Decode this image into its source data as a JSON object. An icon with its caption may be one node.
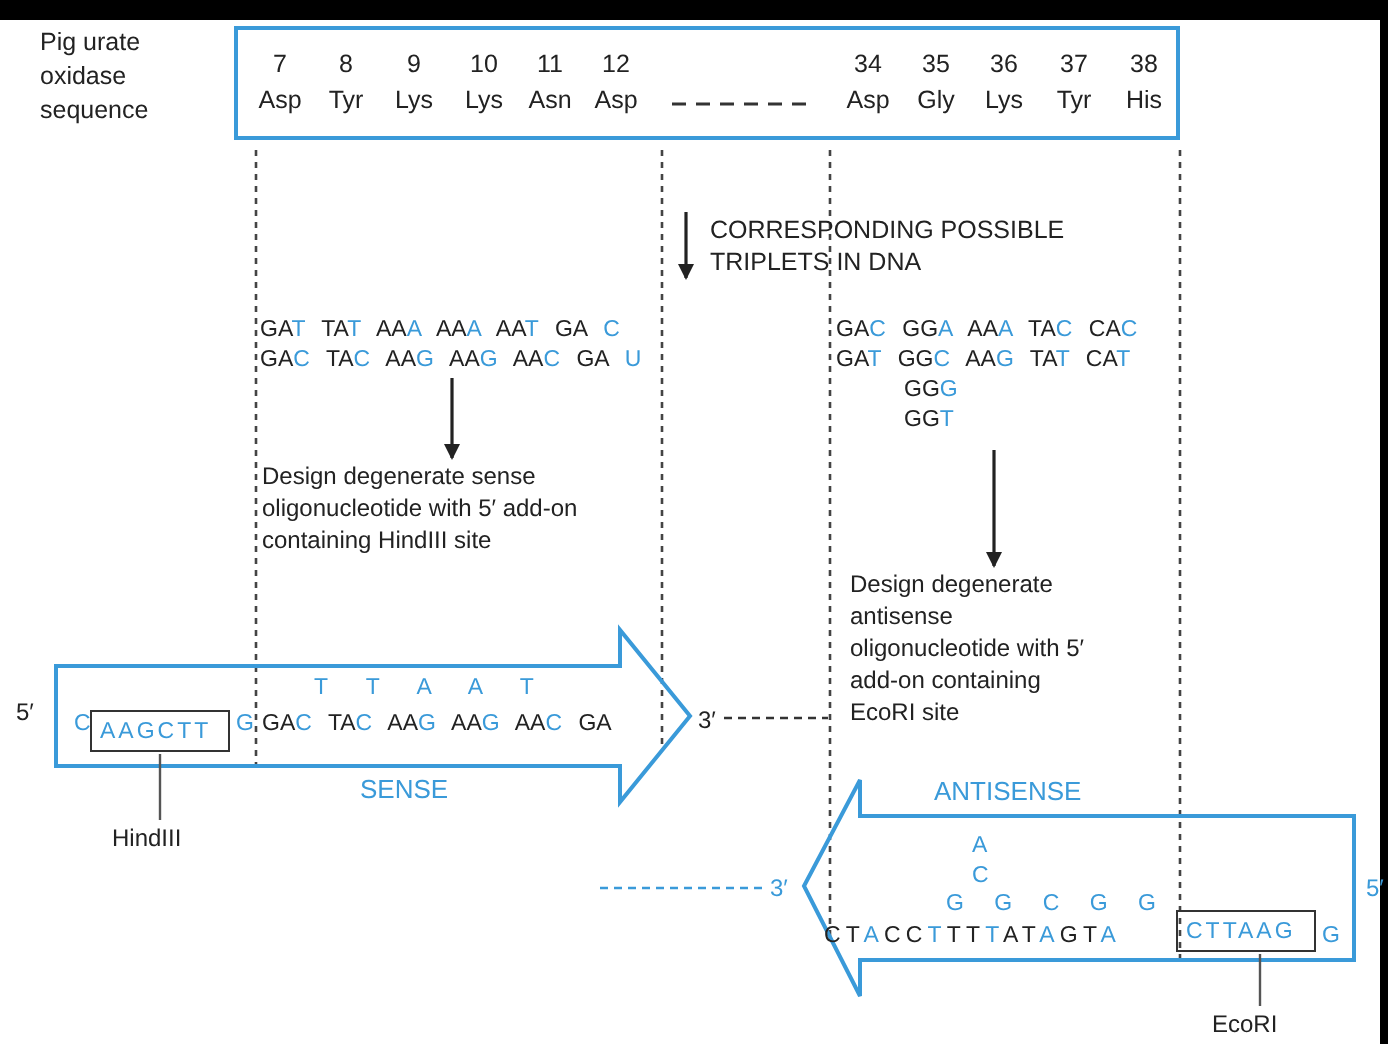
{
  "diagram": {
    "nodes": [
      {
        "text": [
          "7 Asp",
          "8 Tyr",
          "9 Lys",
          "10 Lys",
          "11 Asn",
          "12 Asp",
          "34 Asp",
          "35 Gly",
          "36 Lys",
          "37 Tyr",
          "38 His"
        ],
        "beside": [
          "Pig urate oxidase sequence"
        ]
      },
      {
        "text": [
          "GAT TAT AAA AAA AAT GA C",
          "GAC TAC AAG AAG AAC GA U"
        ]
      },
      {
        "text": [
          "Design degenerate sense oligonucleotide with 5′ add-on containing HindIII site"
        ]
      },
      {
        "text": [
          "GAC GGA AAA TAC CAC",
          "GAT GGC AAG TAT CAT",
          "GGG",
          "GGT"
        ]
      },
      {
        "text": [
          "Design degenerate antisense oligonucleotide with 5′ add-on containing EcoRI site"
        ]
      },
      {
        "text": [
          "T T A A T",
          "C",
          "G",
          "GAC TAC AAG AAG AAC GA",
          "SENSE"
        ]
      },
      {
        "text": [
          "AAGCTT"
        ],
        "in": 5
      },
      {
        "text": [
          "HindIII"
        ]
      },
      {
        "text": [
          "ANTISENSE",
          "A",
          "C",
          "G G C G G",
          "CTACCTTTTATAGTA",
          "G"
        ]
      },
      {
        "text": [
          "CTTAAG"
        ],
        "in": 8
      },
      {
        "text": [
          "EcoRI"
        ]
      }
    ],
    "edges": [
      {
        "from": 1,
        "to": 2,
        "arrow": "to"
      },
      {
        "from": 3,
        "to": 4,
        "arrow": "to"
      },
      {
        "from": 7,
        "to": 6,
        "arrow": "none"
      },
      {
        "from": 10,
        "to": 9,
        "arrow": "none"
      }
    ],
    "labels": [
      "CORRESPONDING POSSIBLE TRIPLETS IN DNA",
      "5′",
      "3′",
      "3′",
      "5′"
    ]
  }
}
